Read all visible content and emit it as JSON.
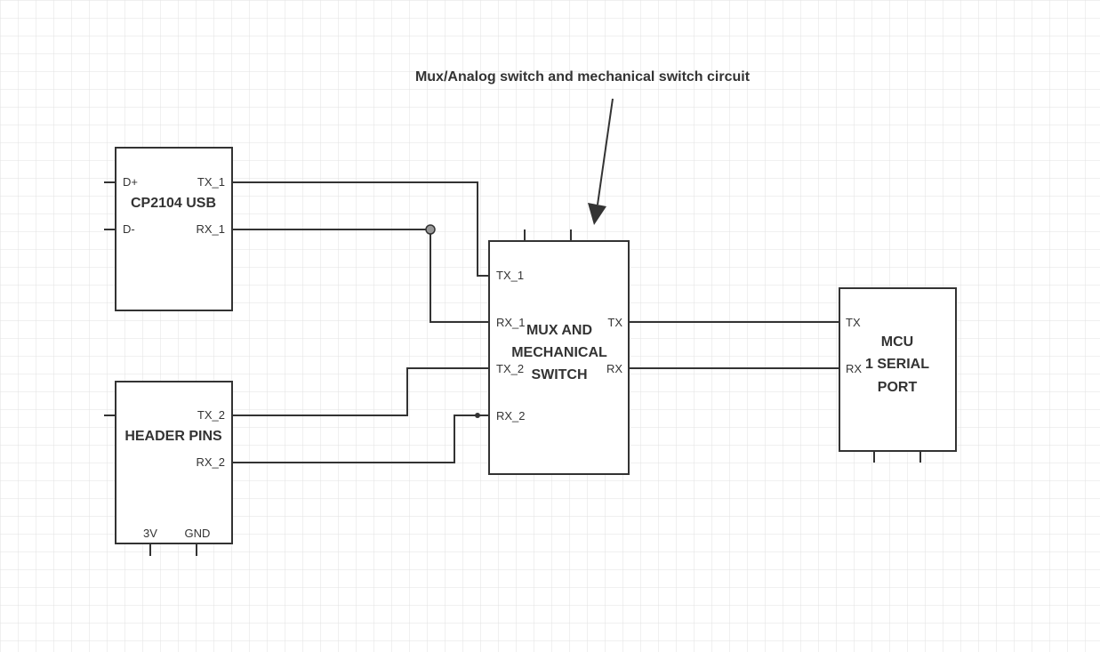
{
  "annotation": {
    "text": "Mux/Analog switch and mechanical switch circuit"
  },
  "blocks": {
    "cp2104": {
      "title": "CP2104 USB",
      "pins": {
        "dplus": "D+",
        "dminus": "D-",
        "tx": "TX_1",
        "rx": "RX_1"
      }
    },
    "header": {
      "title": "HEADER PINS",
      "pins": {
        "tx": "TX_2",
        "rx": "RX_2",
        "v3": "3V",
        "gnd": "GND"
      }
    },
    "mux": {
      "title_lines": [
        "MUX AND",
        "MECHANICAL",
        "SWITCH"
      ],
      "pins": {
        "tx1": "TX_1",
        "rx1": "RX_1",
        "tx2": "TX_2",
        "rx2": "RX_2",
        "tx": "TX",
        "rx": "RX"
      }
    },
    "mcu": {
      "title_lines": [
        "MCU",
        "1 SERIAL",
        "PORT"
      ],
      "pins": {
        "tx": "TX",
        "rx": "RX"
      }
    }
  },
  "colors": {
    "line": "#333333",
    "grid": "#e2e2e2",
    "junction_fill": "#999999"
  }
}
